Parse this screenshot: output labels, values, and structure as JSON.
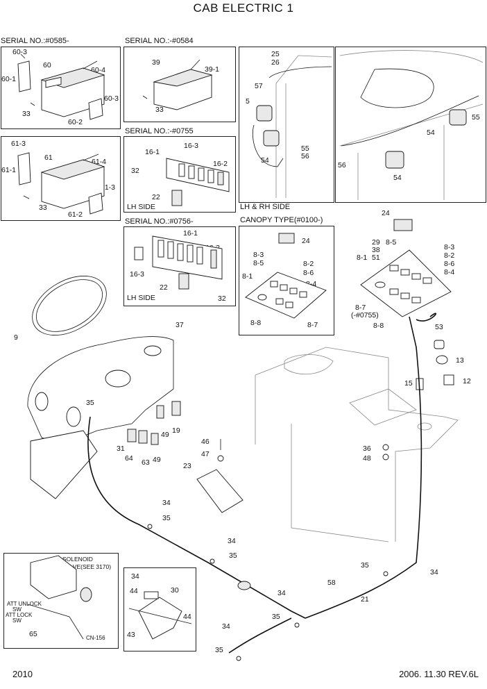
{
  "title": "CAB ELECTRIC 1",
  "footer": {
    "left": "2010",
    "right": "2006. 11.30  REV.6L"
  },
  "insets": {
    "radio_a": {
      "label": "SERIAL NO.:#0585-",
      "callouts": [
        "60-3",
        "60",
        "60-4",
        "60-1",
        "60-3",
        "33",
        "60-2"
      ]
    },
    "radio_b": {
      "label": "",
      "callouts": [
        "61-3",
        "61",
        "61-4",
        "61-1",
        "61-3",
        "33",
        "61-2"
      ]
    },
    "radio_c": {
      "label": "SERIAL NO.:-#0584",
      "callouts": [
        "39",
        "39-1",
        "33"
      ]
    },
    "switch_a": {
      "label": "SERIAL NO.:-#0755",
      "callouts": [
        "16-3",
        "16-1",
        "16-2",
        "32",
        "22"
      ],
      "side": "LH SIDE"
    },
    "switch_b": {
      "label": "SERIAL NO.:#0756-",
      "callouts": [
        "16-1",
        "16-2",
        "16-3",
        "22",
        "32"
      ],
      "side": "LH SIDE"
    },
    "lamps_lh": {
      "callouts": [
        "25",
        "26",
        "57",
        "5",
        "55",
        "56",
        "54"
      ]
    },
    "lamps_rh": {
      "callouts": [
        "55",
        "54",
        "56",
        "54"
      ]
    },
    "lamps_caption": "LH & RH SIDE",
    "canopy": {
      "label": "CANOPY TYPE(#0100-)",
      "callouts": [
        "24",
        "8-3",
        "8-5",
        "8-2",
        "8-6",
        "8-4",
        "8-1",
        "8-8",
        "8-7"
      ]
    },
    "solenoid": {
      "title": "SOLENOID\nVALVE(SEE 3170)",
      "callouts": [
        "ATT UNLOCK",
        "SW",
        "ATT LOCK",
        "SW",
        "65",
        "CN-156"
      ]
    },
    "pedal_detail": {
      "callouts": [
        "34",
        "30",
        "44",
        "44",
        "43"
      ]
    }
  },
  "main_callouts": {
    "panel_right": [
      "24",
      "29",
      "38",
      "51",
      "8-5",
      "8-1",
      "8-3",
      "8-2",
      "8-6",
      "8-4",
      "8-7",
      "(-#0755)",
      "8-8"
    ],
    "misc": [
      "53",
      "13",
      "15",
      "12",
      "36",
      "48",
      "37",
      "9",
      "35",
      "31",
      "64",
      "63",
      "49",
      "49",
      "19",
      "46",
      "47",
      "23",
      "34",
      "35",
      "34",
      "35",
      "35",
      "34",
      "58",
      "21",
      "34",
      "35",
      "34",
      "35"
    ]
  }
}
